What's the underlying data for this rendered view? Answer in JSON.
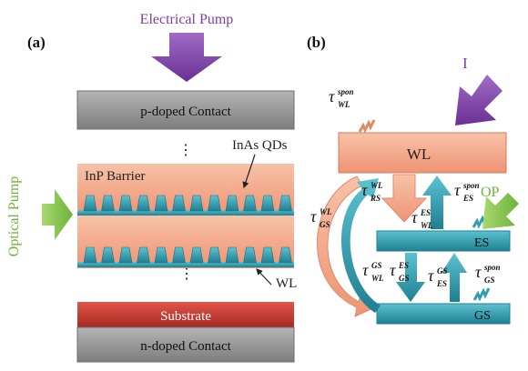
{
  "panel_a": {
    "label": "(a)",
    "electrical_pump": "Electrical Pump",
    "optical_pump": "Optical Pump",
    "p_contact": "p-doped Contact",
    "n_contact": "n-doped Contact",
    "substrate": "Substrate",
    "inp_barrier": "InP Barrier",
    "inas_qds": "InAs QDs",
    "wl": "WL",
    "vdots": "⋮",
    "colors": {
      "contact": "#8c8c8c",
      "barrier": "#f4a98a",
      "qd": "#2f9fb0",
      "substrate": "#c0392b",
      "pump_purple": "#7b3fa1",
      "optical_green": "#7cc242"
    }
  },
  "panel_b": {
    "label": "(b)",
    "pump": "I",
    "op": "OP",
    "wl_box": "WL",
    "es_box": "ES",
    "gs_box": "GS",
    "tau": "τ",
    "tau_wl_spon": {
      "sub": "WL",
      "sup": "spon"
    },
    "tau_rs_wl": {
      "sub": "RS",
      "sup": "WL"
    },
    "tau_wl_es": {
      "sub": "WL",
      "sup": "ES"
    },
    "tau_es_spon": {
      "sub": "ES",
      "sup": "spon"
    },
    "tau_gs_wl": {
      "sub": "GS",
      "sup": "WL"
    },
    "tau_wl_gs": {
      "sub": "WL",
      "sup": "GS"
    },
    "tau_gs_es": {
      "sub": "GS",
      "sup": "ES"
    },
    "tau_es_gs": {
      "sub": "ES",
      "sup": "GS"
    },
    "tau_gs_spon": {
      "sub": "GS",
      "sup": "spon"
    }
  }
}
